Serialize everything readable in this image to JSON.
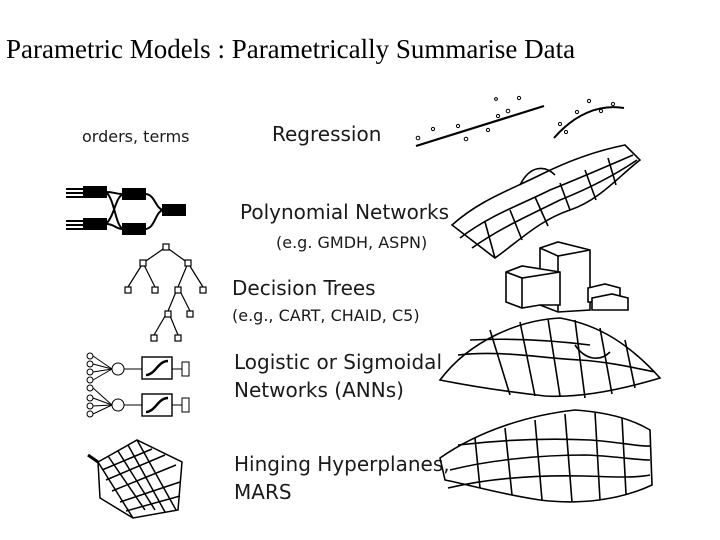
{
  "title": "Parametric Models : Parametrically Summarise Data",
  "left_header": "orders, terms",
  "models": [
    {
      "name": "Regression",
      "example": ""
    },
    {
      "name": "Polynomial Networks",
      "example": "(e.g. GMDH, ASPN)"
    },
    {
      "name": "Decision Trees",
      "example": "(e.g., CART, CHAID, C5)"
    },
    {
      "name": "Logistic or Sigmoidal",
      "example": "Networks (ANNs)"
    },
    {
      "name": "Hinging Hyperplanes,",
      "example": "MARS"
    }
  ]
}
